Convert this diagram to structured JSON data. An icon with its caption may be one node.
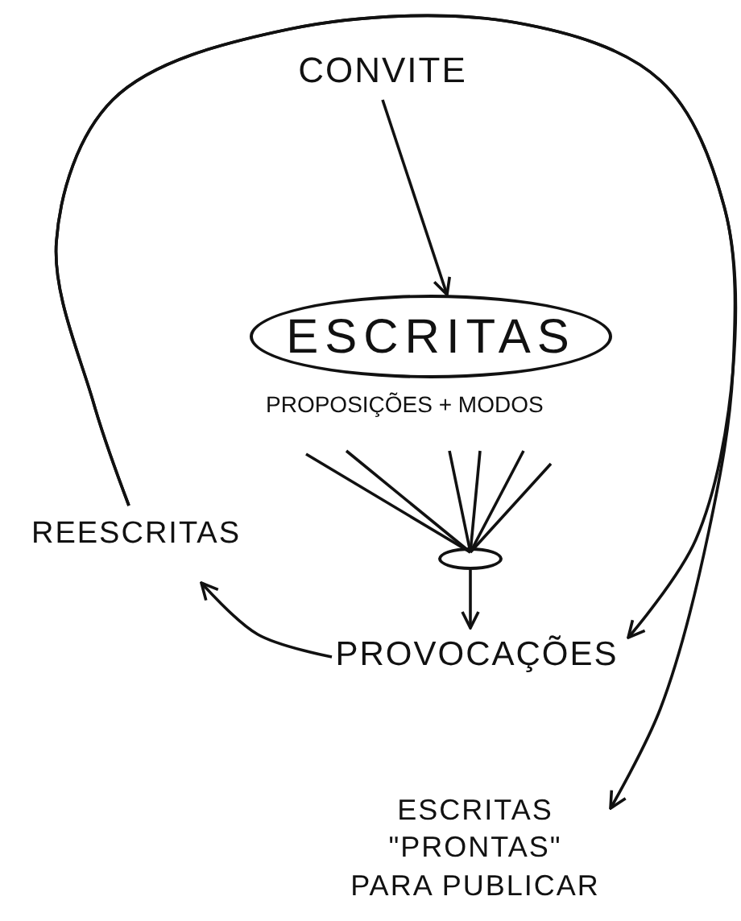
{
  "diagram": {
    "nodes": [
      {
        "text": [
          "CONVITE"
        ]
      },
      {
        "text": [
          "ESCRITAS"
        ],
        "beside": [
          "PROPOSIÇÕES + MODOS"
        ]
      },
      {
        "text": [],
        "shape": "circle"
      },
      {
        "text": [
          "PROVOCAÇÕES"
        ]
      },
      {
        "text": [
          "REESCRITAS"
        ]
      },
      {
        "text": [
          "ESCRITAS \"PRONTAS\" PARA PUBLICAR"
        ]
      }
    ],
    "edges": [
      {
        "from": 0,
        "to": 1,
        "arrow": "to"
      },
      {
        "from": null,
        "to": 2,
        "arrow": "none"
      },
      {
        "from": null,
        "to": 2,
        "arrow": "none"
      },
      {
        "from": null,
        "to": 2,
        "arrow": "none"
      },
      {
        "from": null,
        "to": 2,
        "arrow": "none"
      },
      {
        "from": null,
        "to": 2,
        "arrow": "none"
      },
      {
        "from": null,
        "to": 2,
        "arrow": "none"
      },
      {
        "from": 2,
        "to": 3,
        "arrow": "to"
      },
      {
        "from": 3,
        "to": 4,
        "arrow": "to"
      },
      {
        "from": 4,
        "to": 3,
        "arrow": "to"
      },
      {
        "from": 4,
        "to": 5,
        "arrow": "to"
      }
    ]
  }
}
